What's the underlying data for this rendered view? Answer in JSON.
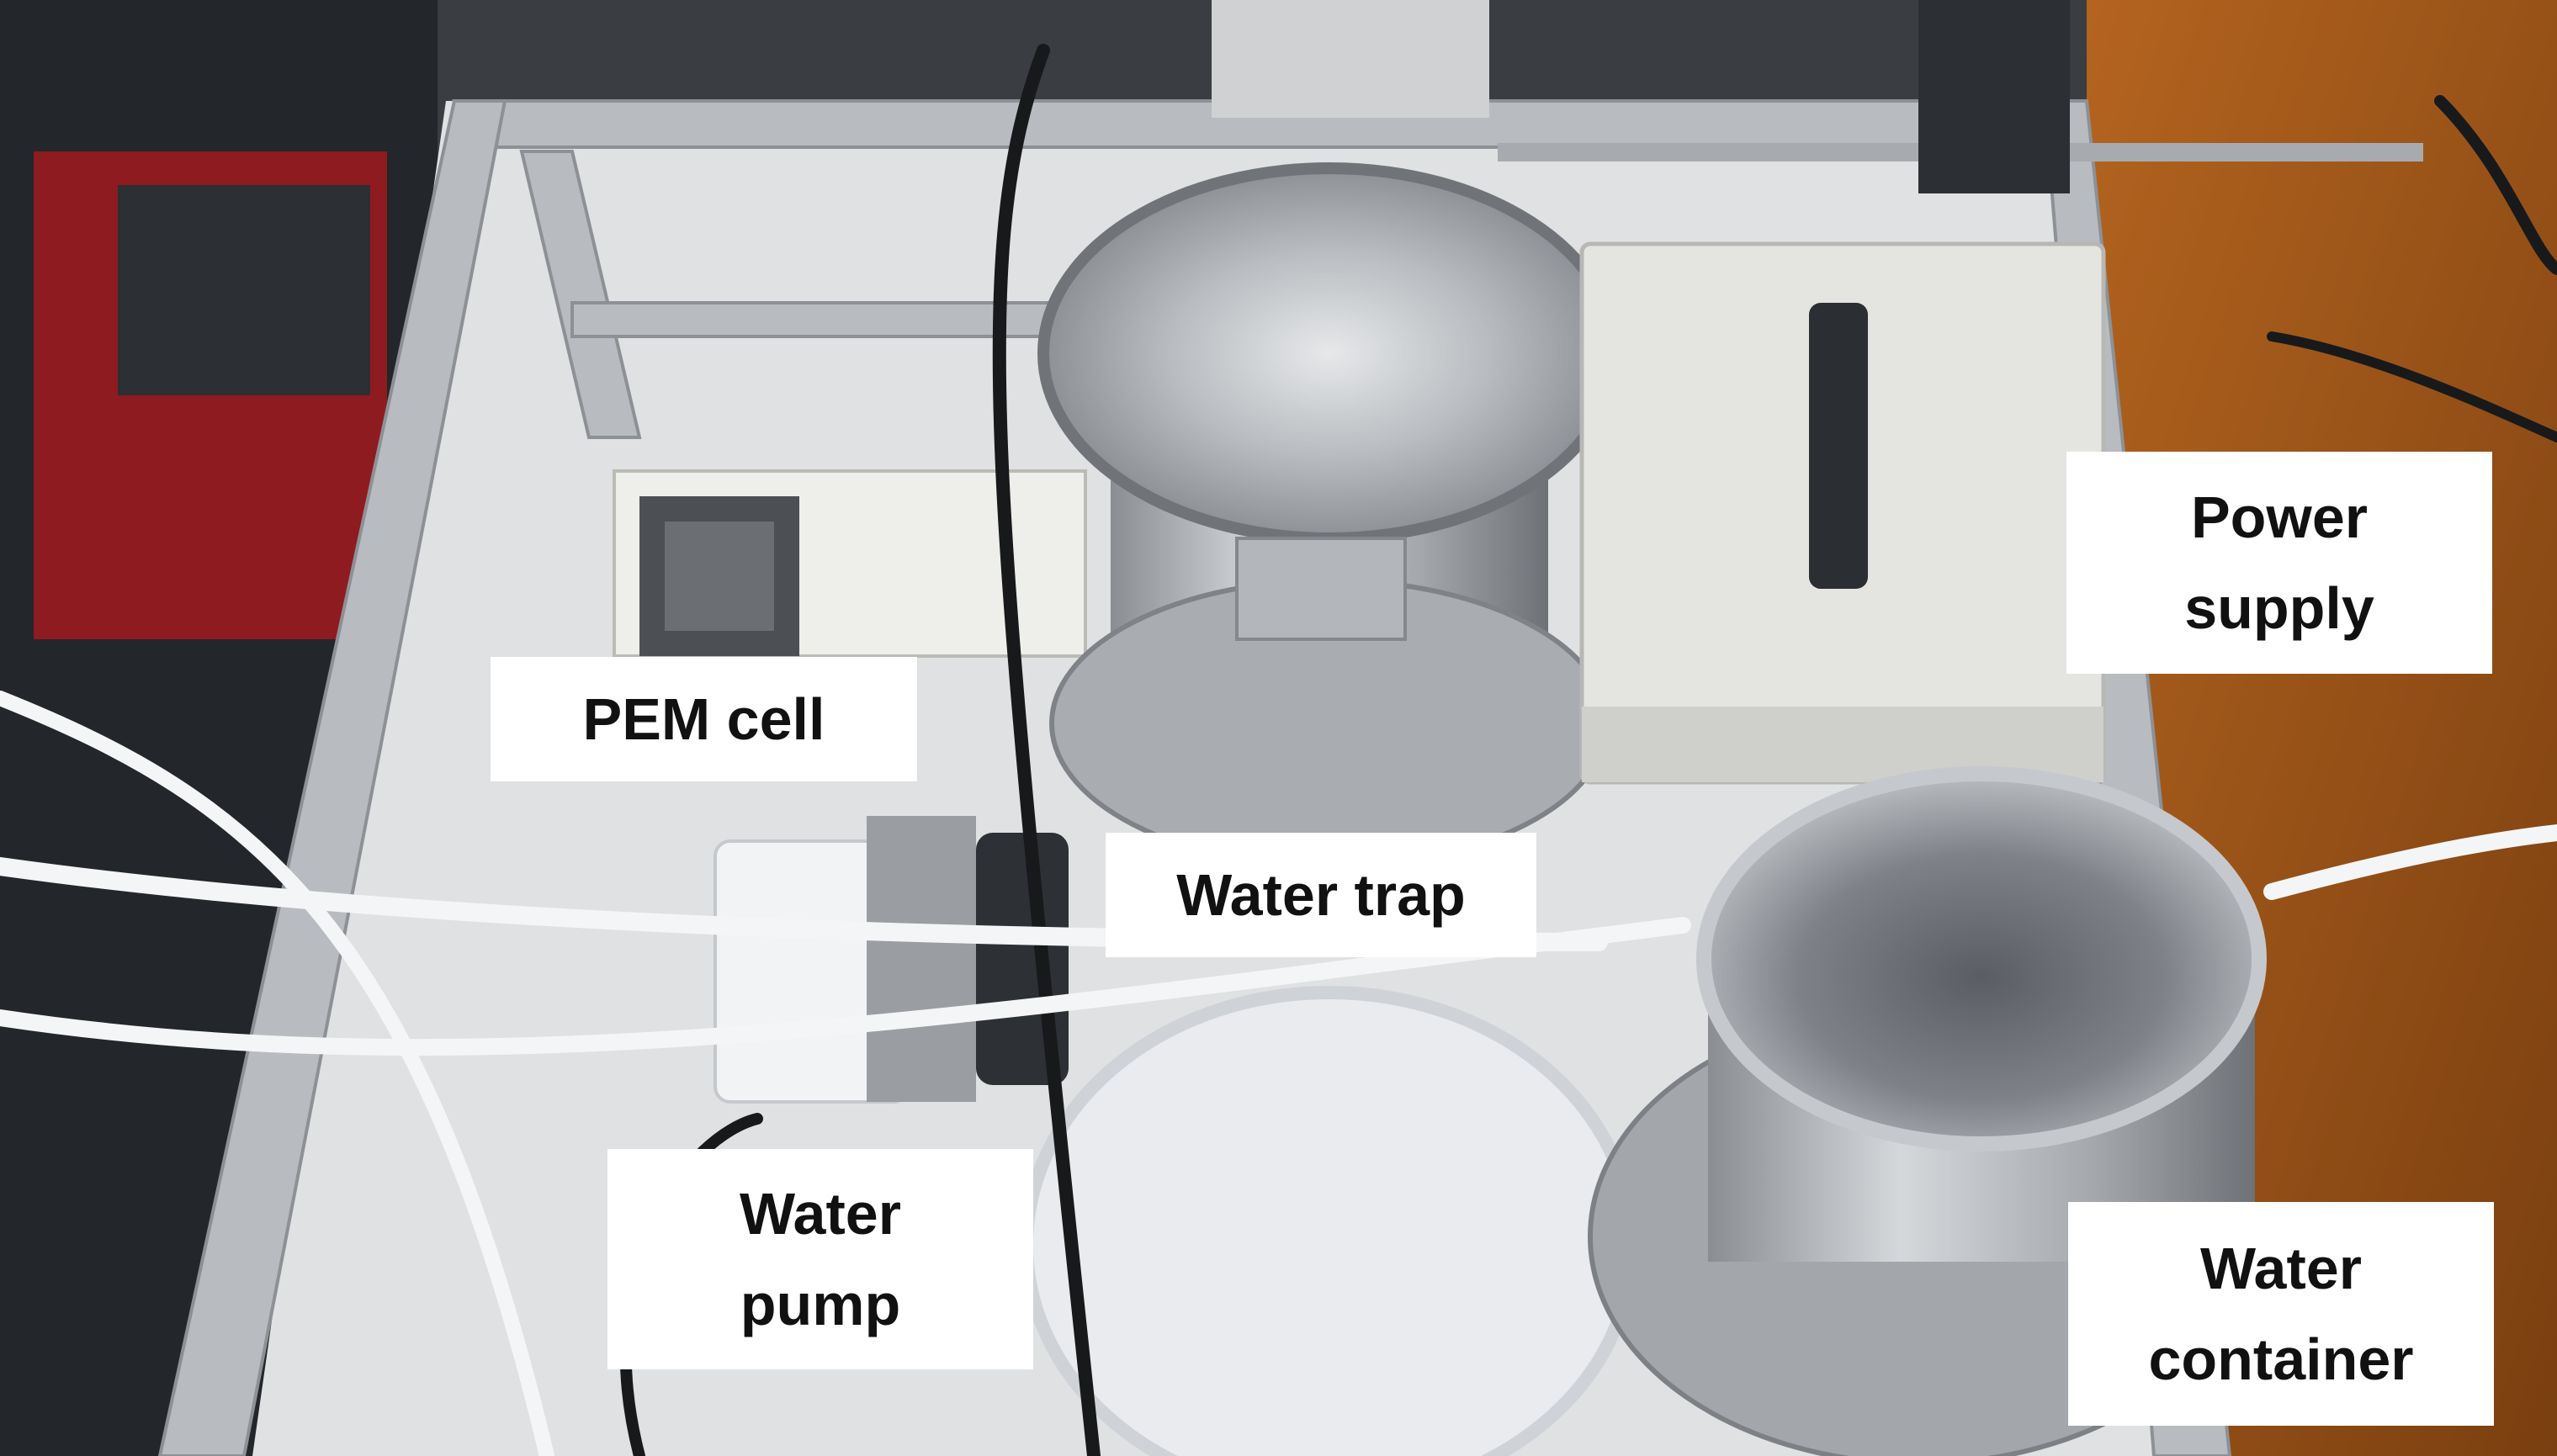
{
  "labels": {
    "pem_cell": "PEM cell",
    "water_trap": "Water trap",
    "power_supply_line1": "Power",
    "power_supply_line2": "supply",
    "water_pump_line1": "Water",
    "water_pump_line2": "pump",
    "water_container_line1": "Water",
    "water_container_line2": "container"
  }
}
